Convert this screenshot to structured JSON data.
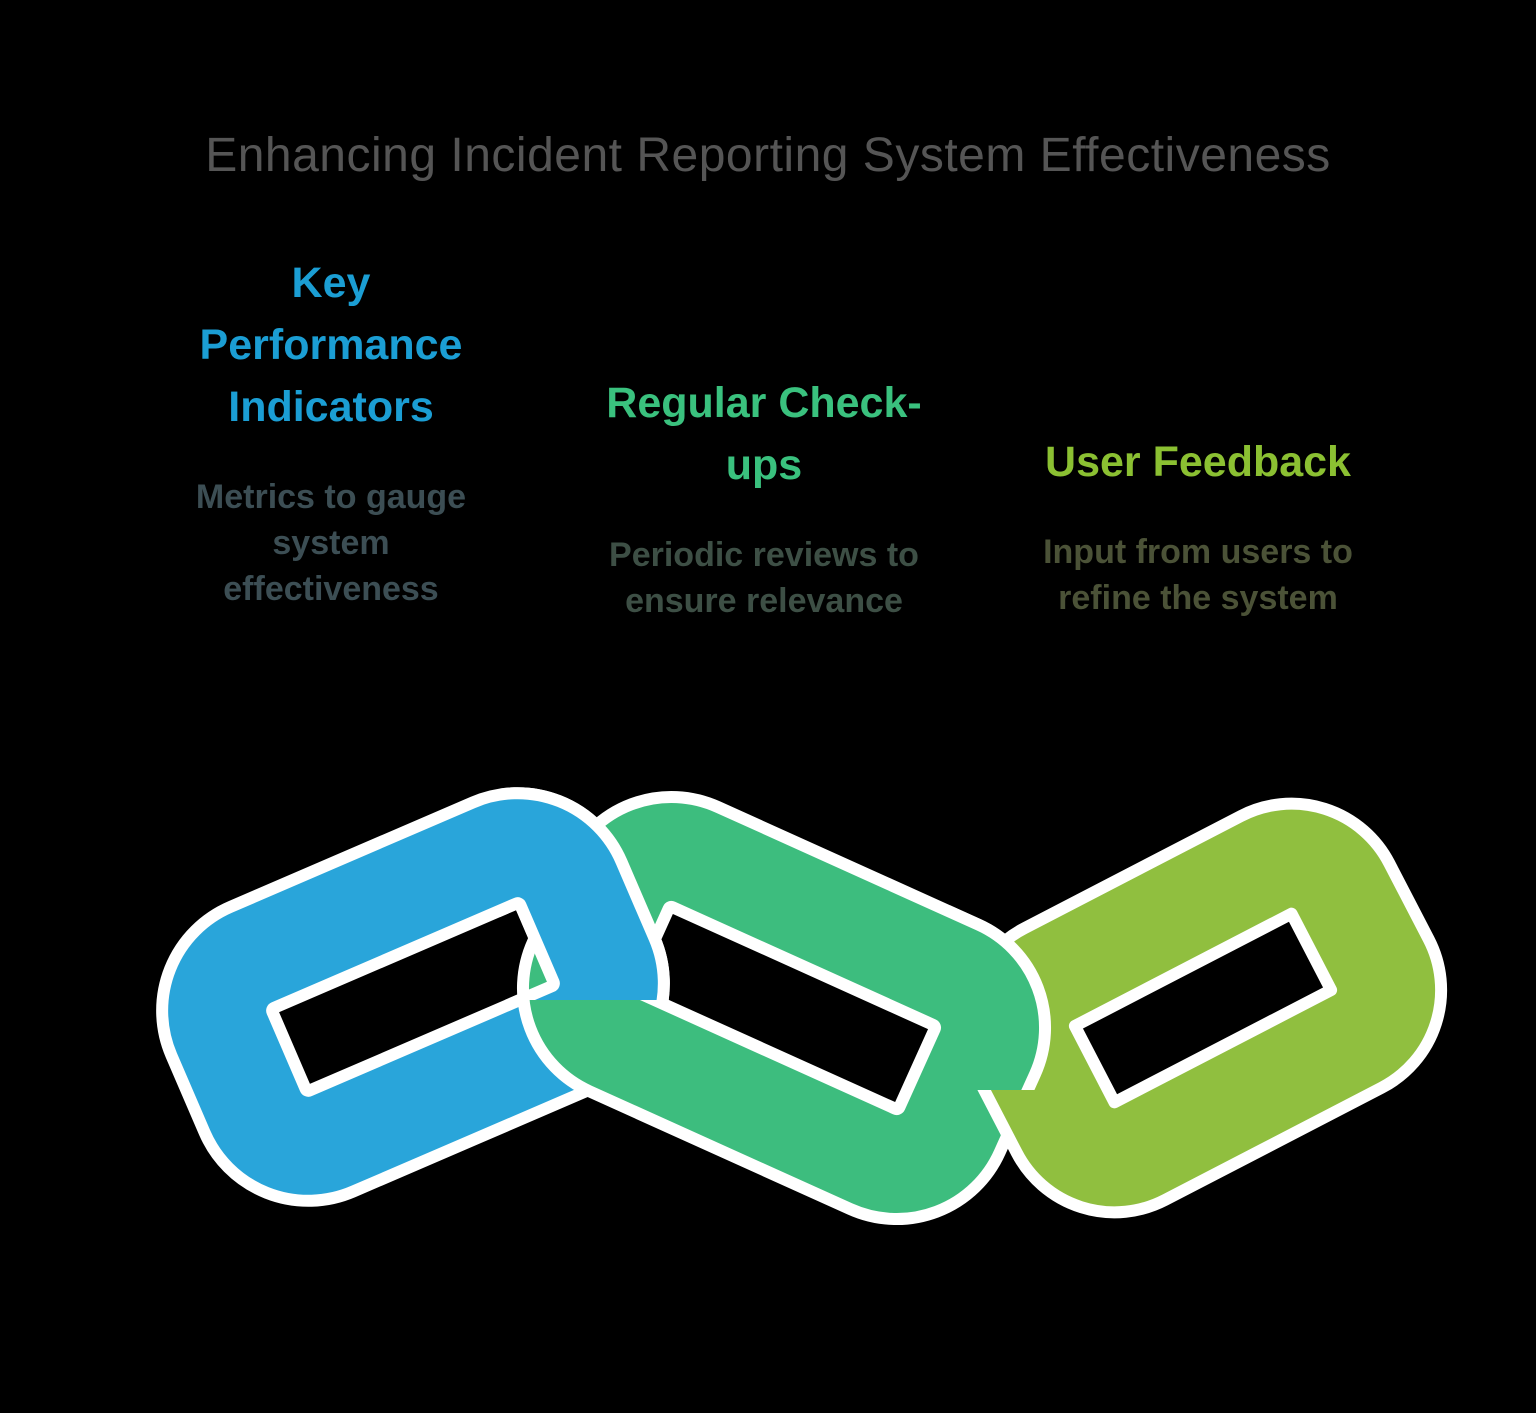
{
  "title": "Enhancing Incident Reporting System Effectiveness",
  "title_color": "#555555",
  "background_color": "#000000",
  "columns": [
    {
      "id": "kpi",
      "heading": "Key\nPerformance\nIndicators",
      "heading_color": "#1b9ed4",
      "description": "Metrics to gauge\nsystem\neffectiveness",
      "description_color": "#3c4e54"
    },
    {
      "id": "checkups",
      "heading": "Regular Check-\nups",
      "heading_color": "#3ac17e",
      "description": "Periodic reviews to\nensure relevance",
      "description_color": "#3d4f45"
    },
    {
      "id": "feedback",
      "heading": "User Feedback",
      "heading_color": "#8bc032",
      "description": "Input from users to\nrefine the system",
      "description_color": "#4b5237"
    }
  ],
  "chain": {
    "outline_color": "#ffffff",
    "links": [
      {
        "name": "kpi-link",
        "color": "#29a5da"
      },
      {
        "name": "checkups-link",
        "color": "#3dbd7e"
      },
      {
        "name": "feedback-link",
        "color": "#90bf3f"
      }
    ]
  }
}
